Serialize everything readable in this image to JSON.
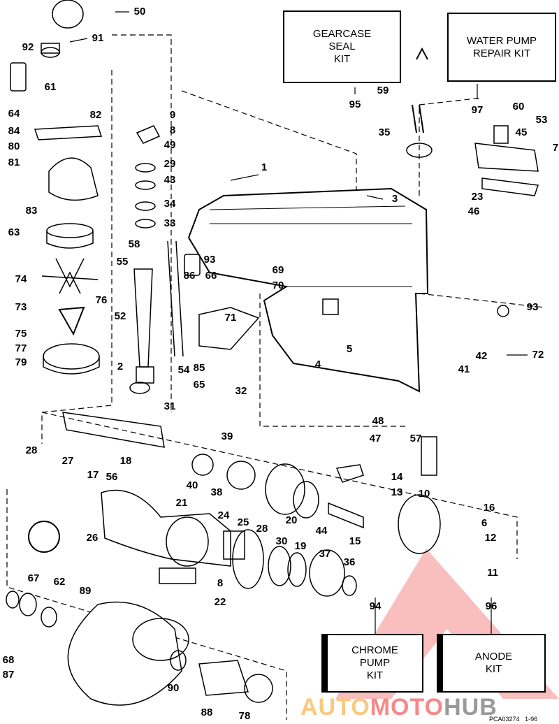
{
  "diagram": {
    "callouts": [
      "50",
      "91",
      "92",
      "61",
      "64",
      "82",
      "84",
      "9",
      "8",
      "49",
      "80",
      "81",
      "29",
      "43",
      "34",
      "33",
      "83",
      "63",
      "58",
      "55",
      "74",
      "76",
      "73",
      "52",
      "75",
      "77",
      "79",
      "2",
      "54",
      "31",
      "32",
      "1",
      "3",
      "95",
      "97",
      "59",
      "35",
      "60",
      "53",
      "45",
      "7",
      "23",
      "46",
      "93",
      "86",
      "66",
      "69",
      "70",
      "71",
      "85",
      "65",
      "5",
      "4",
      "93",
      "42",
      "41",
      "72",
      "48",
      "47",
      "57",
      "39",
      "18",
      "28",
      "27",
      "17",
      "56",
      "21",
      "40",
      "38",
      "14",
      "13",
      "20",
      "44",
      "15",
      "10",
      "16",
      "6",
      "12",
      "11",
      "24",
      "25",
      "28",
      "30",
      "19",
      "37",
      "36",
      "26",
      "8",
      "22",
      "67",
      "62",
      "89",
      "94",
      "96",
      "68",
      "87",
      "90",
      "88",
      "78"
    ],
    "kits": {
      "gearcase_seal": [
        "GEARCASE",
        "SEAL",
        "KIT"
      ],
      "water_pump": [
        "WATER PUMP",
        "REPAIR KIT"
      ],
      "chrome_pump": [
        "CHROME",
        "PUMP",
        "KIT"
      ],
      "anode": [
        "ANODE",
        "KIT"
      ]
    },
    "footer": {
      "code": "PCA03274",
      "date": "1-96"
    },
    "watermark": {
      "part1": "AUTO",
      "part2": "MOTO",
      "part3": "HUB"
    }
  },
  "colors": {
    "line": "#000000",
    "watermark_red": "#ef4444",
    "watermark_orange": "#f7b24a",
    "watermark_gray": "#555555"
  }
}
